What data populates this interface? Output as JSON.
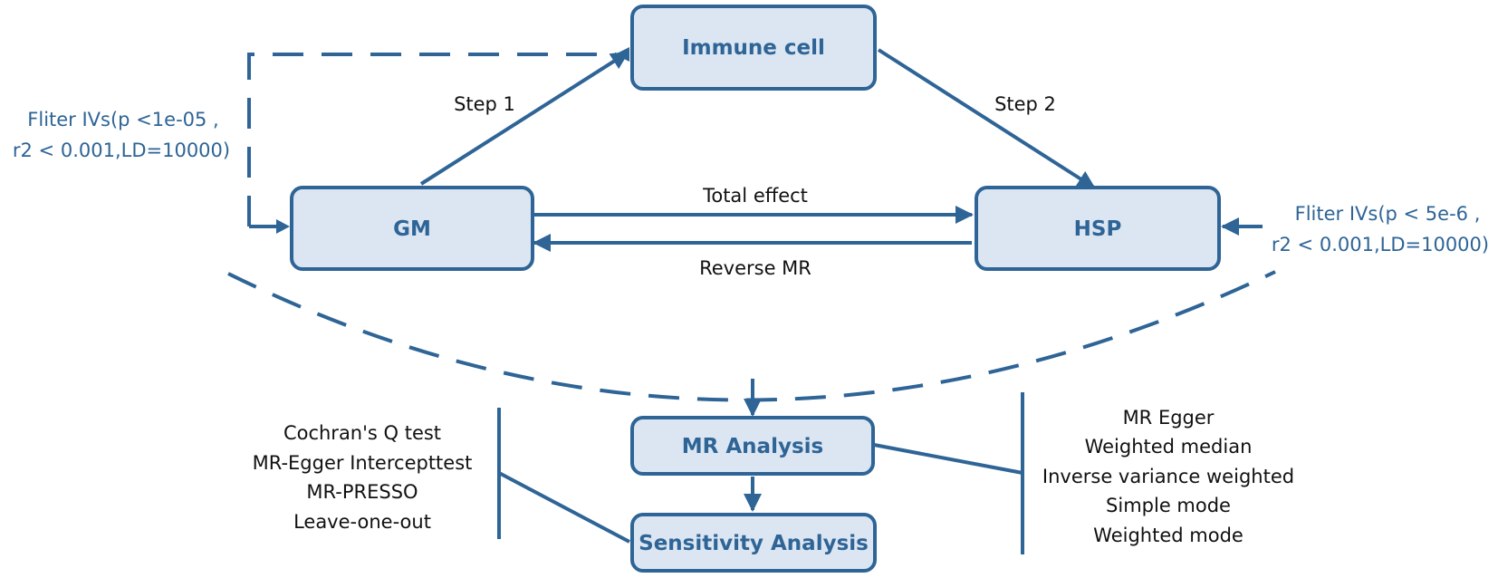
{
  "nodes": {
    "immune_cell": "Immune cell",
    "gm": "GM",
    "hsp": "HSP",
    "mr_analysis": "MR Analysis",
    "sensitivity_analysis": "Sensitivity Analysis"
  },
  "edges": {
    "step1": "Step 1",
    "step2": "Step 2",
    "total_effect": "Total effect",
    "reverse_mr": "Reverse MR"
  },
  "filters": {
    "left": [
      "Fliter IVs(p <1e-05 ,",
      "r2 < 0.001,LD=10000)"
    ],
    "right": [
      "Fliter IVs(p < 5e-6 ,",
      "r2 < 0.001,LD=10000)"
    ]
  },
  "sensitivity_methods": [
    "Cochran's Q test",
    "MR-Egger Intercepttest",
    "MR-PRESSO",
    "Leave-one-out"
  ],
  "mr_methods": [
    "MR Egger",
    "Weighted median",
    "Inverse variance weighted",
    "Simple mode",
    "Weighted mode"
  ],
  "colors": {
    "accent": "#2e6496",
    "box_fill": "#dce6f2",
    "text": "#111111"
  }
}
